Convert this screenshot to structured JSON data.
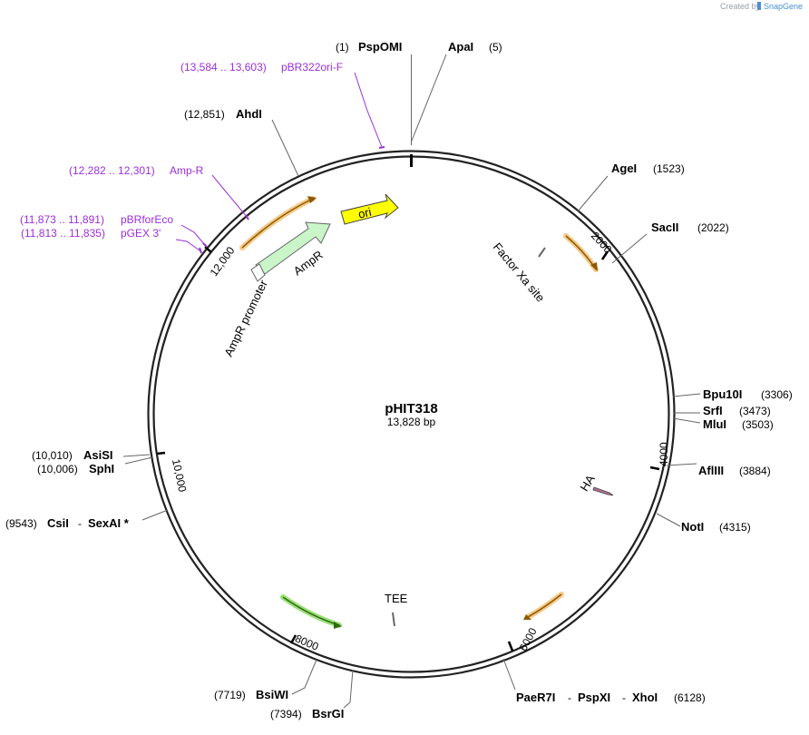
{
  "credit": {
    "prefix": "Created by",
    "brand": "SnapGene"
  },
  "plasmid": {
    "name": "pHIT318",
    "length_label": "13,828 bp"
  },
  "ticks": [
    {
      "label": "2000"
    },
    {
      "label": "4000"
    },
    {
      "label": "6000"
    },
    {
      "label": "8000"
    },
    {
      "label": "10,000"
    },
    {
      "label": "12,000"
    }
  ],
  "sites": [
    {
      "name": "PspOMI",
      "pos": "(1)"
    },
    {
      "name": "ApaI",
      "pos": "(5)"
    },
    {
      "name": "AgeI",
      "pos": "(1523)"
    },
    {
      "name": "SacII",
      "pos": "(2022)"
    },
    {
      "name": "Bpu10I",
      "pos": "(3306)"
    },
    {
      "name": "SrfI",
      "pos": "(3473)"
    },
    {
      "name": "MluI",
      "pos": "(3503)"
    },
    {
      "name": "AflIII",
      "pos": "(3884)"
    },
    {
      "name": "NotI",
      "pos": "(4315)"
    },
    {
      "name": "PaeR7I",
      "sep1": "-",
      "name2": "PspXI",
      "sep2": "-",
      "name3": "XhoI",
      "pos": "(6128)"
    },
    {
      "name": "BsiWI",
      "pos": "(7719)"
    },
    {
      "name": "BsrGI",
      "pos": "(7394)"
    },
    {
      "name": "CsiI",
      "sep1": "-",
      "name2": "SexAI *",
      "pos": "(9543)"
    },
    {
      "name": "AsiSI",
      "pos": "(10,010)"
    },
    {
      "name": "SphI",
      "pos": "(10,006)"
    },
    {
      "name": "AhdI",
      "pos": "(12,851)"
    }
  ],
  "primers": [
    {
      "range": "(13,584 .. 13,603)",
      "name": "pBR322ori-F"
    },
    {
      "range": "(12,282 .. 12,301)",
      "name": "Amp-R"
    },
    {
      "range": "(11,873 .. 11,891)",
      "name": "pBRforEco"
    },
    {
      "range": "(11,813 .. 11,835)",
      "name": "pGEX 3'"
    }
  ],
  "features": {
    "ori": "ori",
    "ampr": "AmpR",
    "ampr_promoter": "AmpR promoter",
    "factor_xa": "Factor Xa site",
    "ha": "HA",
    "tee": "TEE"
  },
  "colors": {
    "backbone": "#222222",
    "primer": "#9b30d9",
    "ori_fill": "#ffff00",
    "ampr_fill": "#c9f5c9",
    "orf_orange": "#f0b060",
    "orf_green": "#9be07a",
    "ha_fill": "#b07090"
  }
}
